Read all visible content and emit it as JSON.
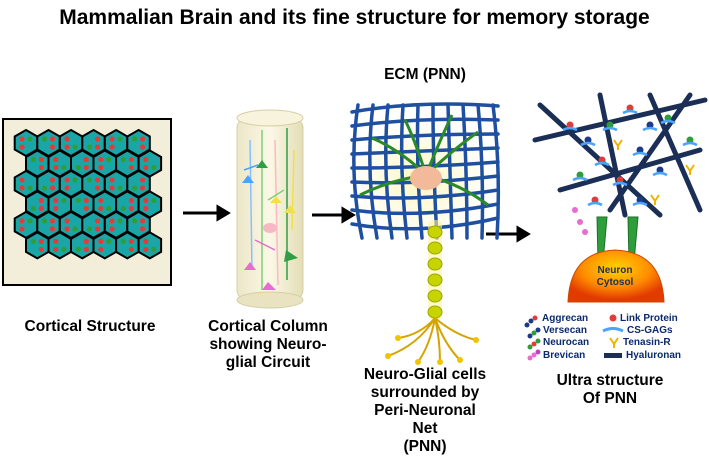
{
  "title": "Mammalian Brain and its fine structure for memory storage",
  "panels": {
    "cortical_structure": "Cortical Structure",
    "cortical_column": [
      "Cortical Column",
      "showing Neuro-",
      "glial Circuit"
    ],
    "pnn_label": "ECM (PNN)",
    "neuro_glial": [
      "Neuro-Glial cells",
      "surrounded by",
      "Peri-Neuronal",
      "Net",
      "(PNN)"
    ],
    "ultra": [
      "Ultra structure",
      "Of PNN"
    ],
    "neuron_cytosol": [
      "Neuron",
      "Cytosol"
    ]
  },
  "legend": {
    "left": [
      "Aggrecan",
      "Versecan",
      "Neurocan",
      "Brevican"
    ],
    "right": [
      "Link Protein",
      "CS-GAGs",
      "Tenasin-R",
      "Hyaluronan"
    ]
  },
  "colors": {
    "hex_fill": "#1aa6a6",
    "hex_stroke": "#000000",
    "mesh": "#1e4fa0",
    "dendrite": "#2a8a2a",
    "axon": "#c8d400",
    "ultra_mesh": "#1b2e55",
    "receptor": "#2e9e3a",
    "cytosol": "#ff8c00"
  }
}
